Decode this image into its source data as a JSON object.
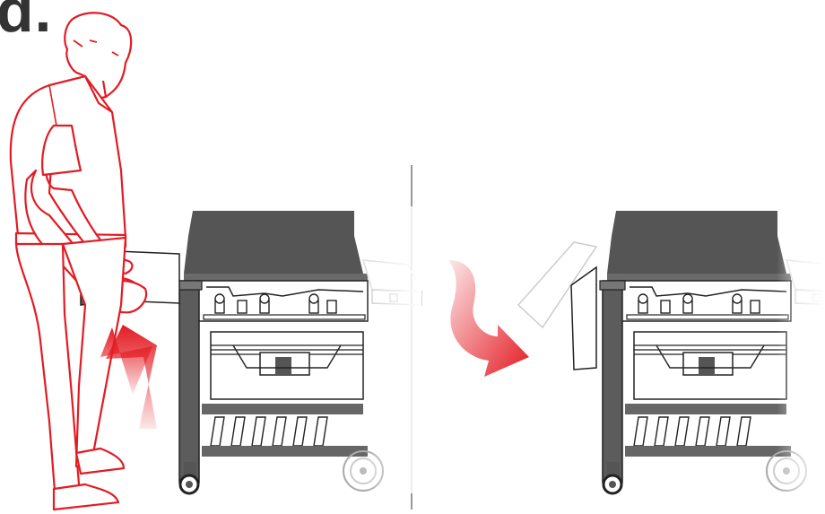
{
  "step": {
    "label": "d."
  },
  "panels": [
    {
      "name": "lift-side-shelf",
      "arrow": "up-arrow"
    },
    {
      "name": "fold-side-shelf",
      "arrow": "curved-down-arrow"
    }
  ],
  "colors": {
    "accent": "#e31b23",
    "grill_dark": "#555555",
    "grill_mid": "#7a7a7a",
    "outline": "#222222",
    "light_gray": "#cccccc"
  }
}
